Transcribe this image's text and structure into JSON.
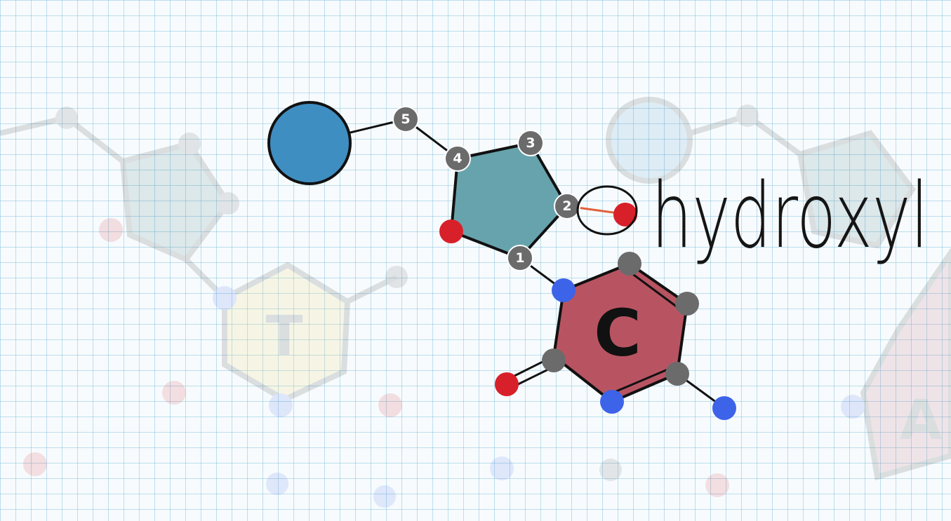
{
  "diagram": {
    "base_letter": "C",
    "faded_base_letter_left": "T",
    "faded_base_letter_right": "A",
    "annotation_label": "hydroxyl",
    "carbon_numbers": [
      "1",
      "2",
      "3",
      "4",
      "5"
    ]
  },
  "colors": {
    "phosphate": "#3f8ec2",
    "sugar": "#67a3ac",
    "base": "#b85462",
    "oxygen": "#d8202a",
    "nitrogen": "#3d63e8",
    "carbon": "#6b6b6b",
    "grid": "#78b9d7"
  }
}
